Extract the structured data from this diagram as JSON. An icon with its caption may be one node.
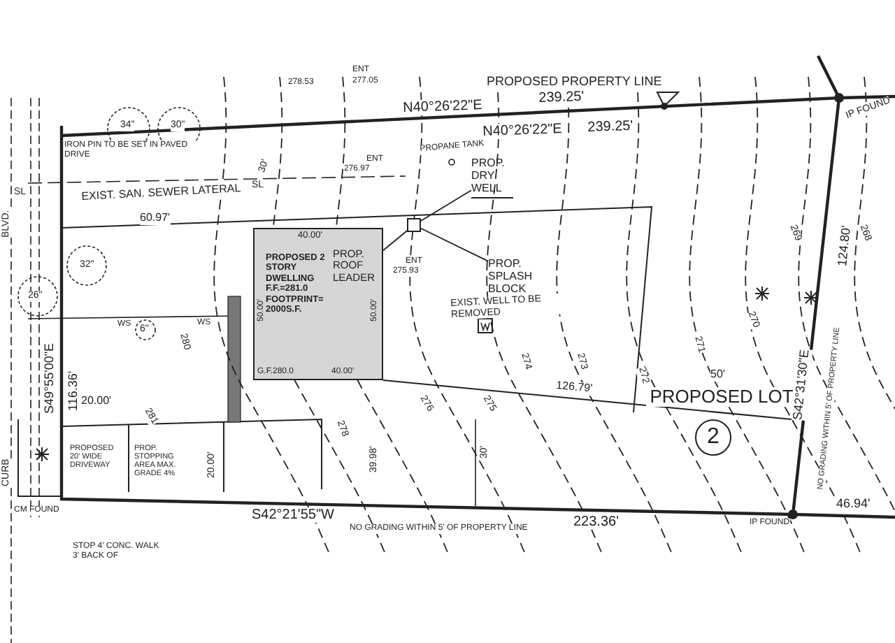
{
  "diagram": {
    "nodes": [
      {
        "text": [
          "PROPOSED 2 STORY DWELLING F.F.=281.0 FOOTPRINT= 2000S.F."
        ]
      },
      {
        "text": [
          "PROP. DRY WELL"
        ]
      },
      {
        "text": [],
        "shape": "box"
      },
      {
        "text": [
          "PROP. SPLASH BLOCK"
        ]
      },
      {
        "text": [
          "2"
        ]
      }
    ],
    "edges": [
      {
        "from": 1,
        "to": 2,
        "arrow": "none"
      },
      {
        "from": 0,
        "to": 2,
        "arrow": "none"
      },
      {
        "from": 2,
        "to": 3,
        "arrow": "none"
      }
    ],
    "labels": [
      "ENT",
      "278.53",
      "277.05",
      "PROPOSED PROPERTY LINE",
      "N40°26'22\"E",
      "239.25'",
      "N40°26'22\"E",
      "239.25'",
      "IP FOUND",
      "34\"",
      "30\"",
      "IRON PIN TO BE SET IN PAVED DRIVE",
      "PROPANE TANK",
      "EXIST. SAN. SEWER LATERAL",
      "SL",
      "SL",
      "30'",
      "ENT",
      "276.97",
      "60.97'",
      "PROP. ROOF LEADER",
      "ENT",
      "275.93",
      "32\"",
      "26\"",
      "6\"",
      "WS",
      "WS",
      "116.36'",
      "S49°55'00\"E",
      "280",
      "40.00'",
      "50.00'",
      "50.00'",
      "G.F.280.0",
      "40.00'",
      "20.00'",
      "EXIST. WELL TO BE REMOVED",
      "274",
      "273",
      "272",
      "271",
      "270",
      "269",
      "268",
      "276",
      "275",
      "278",
      "281",
      "126.79'",
      "50'",
      "PROPOSED LOT",
      "S42°31'30\"E",
      "124.80'",
      "NO GRADING WITHIN 5' OF PROPERTY LINE",
      "PROPOSED 20' WIDE DRIVEWAY",
      "PROP. STOPPING AREA MAX. GRADE 4%",
      "20.00'",
      "39.98'",
      "30'",
      "S42°21'55\"W",
      "NO GRADING WITHIN 5' OF PROPERTY LINE",
      "223.36'",
      "IP FOUND",
      "46.94'",
      "CURB",
      "CM FOUND",
      "STOP 4' CONC. WALK 3' BACK OF",
      "BLVD."
    ]
  }
}
